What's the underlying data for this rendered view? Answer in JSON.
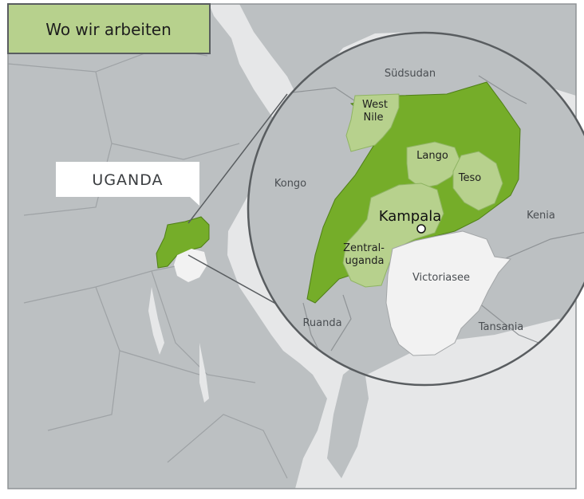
{
  "title": "Wo wir arbeiten",
  "country_label": "UGANDA",
  "capital": "Kampala",
  "regions": {
    "west_nile": [
      "West",
      "Nile"
    ],
    "lango": "Lango",
    "teso": "Teso",
    "zentral": [
      "Zentral-",
      "uganda"
    ]
  },
  "neighbors": {
    "suedsudan": "Südsudan",
    "kongo": "Kongo",
    "kenia": "Kenia",
    "ruanda": "Ruanda",
    "tansania": "Tansania"
  },
  "lake": "Victoriasee",
  "colors": {
    "land": "#bcc0c2",
    "sea": "#e6e7e8",
    "uganda_dark": "#75ad29",
    "region_light": "#b7d18d",
    "title_box": "#b7d18d",
    "border": "#595d60",
    "lake": "#f2f2f2"
  },
  "icons": [
    "capital-marker-icon",
    "callout-pointer-icon"
  ]
}
